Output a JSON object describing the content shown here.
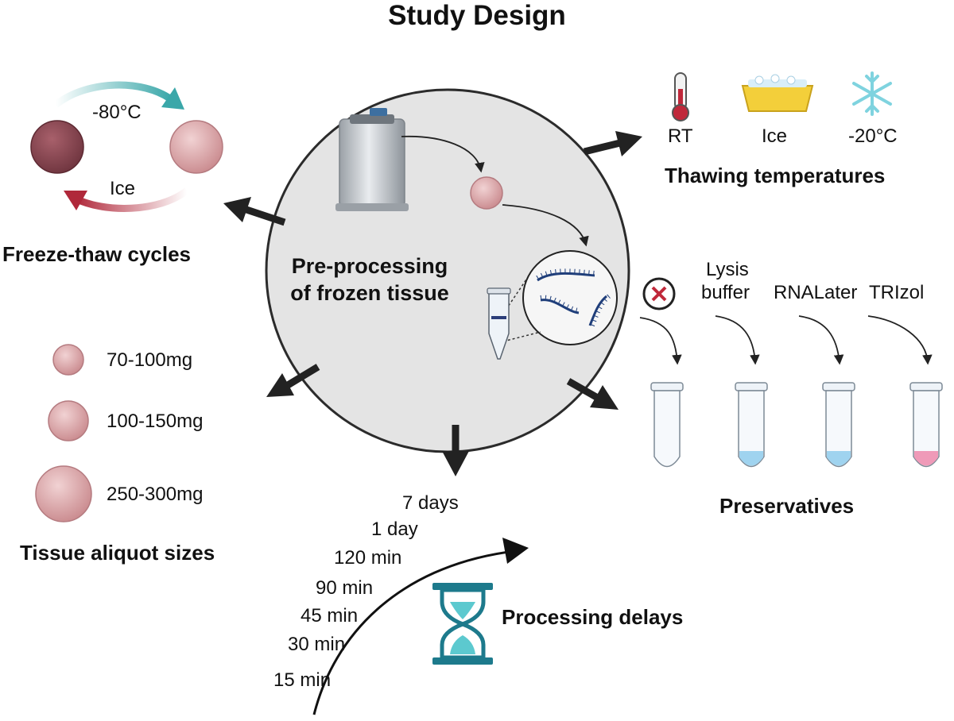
{
  "title": "Study Design",
  "center": {
    "line1": "Pre-processing",
    "line2": "of frozen tissue"
  },
  "freeze_thaw": {
    "heading": "Freeze-thaw cycles",
    "top_label": "-80°C",
    "bottom_label": "Ice"
  },
  "thawing": {
    "heading": "Thawing temperatures",
    "items": [
      "RT",
      "Ice",
      "-20°C"
    ]
  },
  "aliquots": {
    "heading": "Tissue aliquot sizes",
    "sizes": [
      "70-100mg",
      "100-150mg",
      "250-300mg"
    ]
  },
  "preservatives": {
    "heading": "Preservatives",
    "items": [
      {
        "line1": "Lysis",
        "line2": "buffer"
      },
      {
        "line1": "RNALater",
        "line2": ""
      },
      {
        "line1": "TRIzol",
        "line2": ""
      }
    ]
  },
  "delays": {
    "heading": "Processing delays",
    "times": [
      "7 days",
      "1 day",
      "120 min",
      "90 min",
      "45 min",
      "30 min",
      "15 min"
    ]
  },
  "colors": {
    "teal": "#3aa7a9",
    "red": "#b0283a",
    "tissue_dark": "#8e4b56",
    "tissue_light": "#e3b7b9",
    "circle": "#e4e4e4",
    "arrow": "#222222",
    "hourglass": "#1d7a8c"
  }
}
